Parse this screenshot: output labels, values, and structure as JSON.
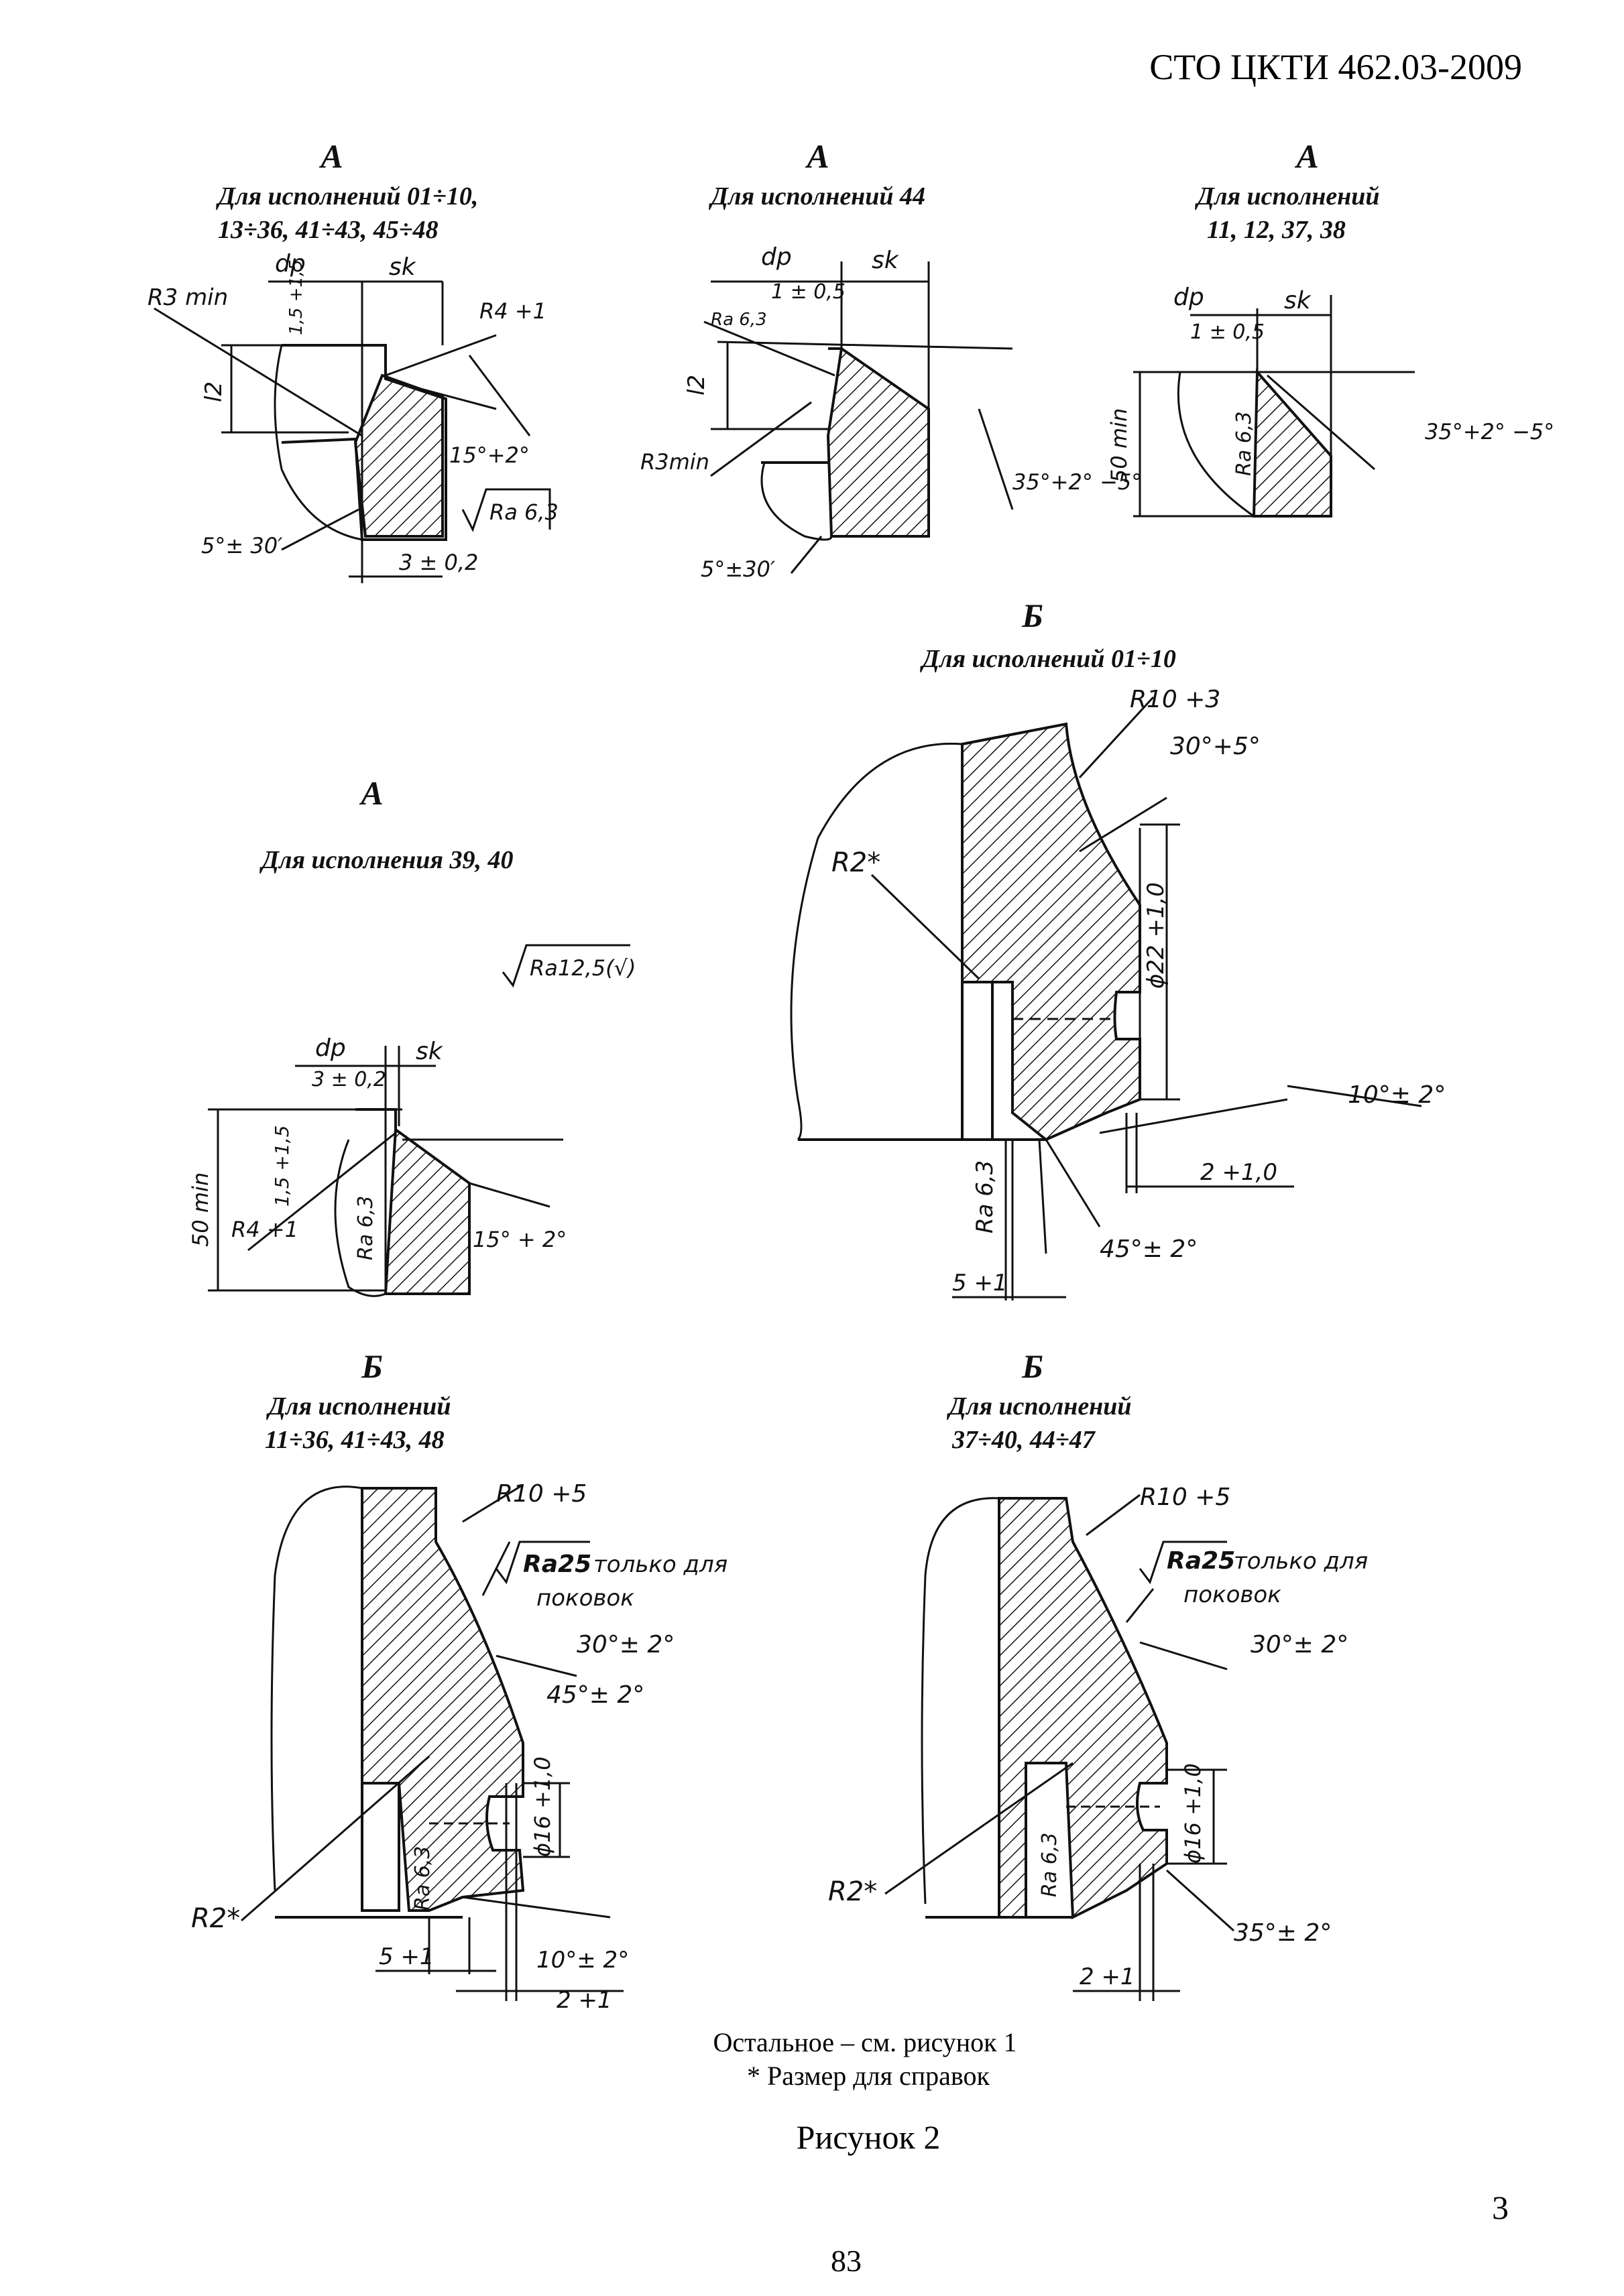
{
  "header": {
    "doc_code": "СТО ЦКТИ 462.03-2009"
  },
  "views": {
    "a1": {
      "letter": "А",
      "caption_1": "Для исполнений 01÷10,",
      "caption_2": "13÷36, 41÷43, 45÷48",
      "dims": {
        "dp": "dp",
        "sk": "sk",
        "r3": "R3 min",
        "tol15": "1,5 +1,5",
        "r4": "R4 +1",
        "l2": "l2",
        "ang15": "15°+2°",
        "ra": "Ra 6,3",
        "ang5": "5°± 30′",
        "d3": "3 ± 0,2"
      }
    },
    "a2": {
      "letter": "А",
      "caption_1": "Для исполнений 44",
      "dims": {
        "dp": "dp",
        "sk": "sk",
        "d1": "1 ± 0,5",
        "ra": "Ra 6,3",
        "l2": "l2",
        "r3": "R3min",
        "ang35": "35°+2° −5°",
        "ang5": "5°±30′"
      }
    },
    "a3": {
      "letter": "А",
      "caption_1": "Для исполнений",
      "caption_2": "11, 12, 37, 38",
      "dims": {
        "dp": "dp",
        "sk": "sk",
        "d1": "1 ± 0,5",
        "min50": "50 min",
        "ra": "Ra 6,3",
        "ang35": "35°+2° −5°"
      }
    },
    "a4": {
      "letter": "А",
      "caption_1": "Для исполнения 39, 40",
      "ra_general": "Ra12,5(√)",
      "dims": {
        "dp": "dp",
        "sk": "sk",
        "d3": "3 ± 0,2",
        "min50": "50 min",
        "tol15": "1,5 +1,5",
        "r4": "R4 +1",
        "ra": "Ra 6,3",
        "ang15": "15° + 2°"
      }
    },
    "b1": {
      "letter": "Б",
      "caption_1": "Для исполнений 01÷10",
      "dims": {
        "r10": "R10 +3",
        "ang30": "30°+5°",
        "r2": "R2*",
        "phi22": "ϕ22 +1,0",
        "ang10": "10°± 2°",
        "d2": "2 +1,0",
        "ra": "Ra 6,3",
        "ang45": "45°± 2°",
        "d5": "5 +1"
      }
    },
    "b2": {
      "letter": "Б",
      "caption_1": "Для исполнений",
      "caption_2": "11÷36, 41÷43, 48",
      "dims": {
        "r10": "R10 +5",
        "ra25": "Ra25",
        "only": "только для",
        "forg": "поковок",
        "ang30": "30°± 2°",
        "ang45": "45°± 2°",
        "phi16": "ϕ16 +1,0",
        "ra": "Ra 6,3",
        "r2": "R2*",
        "d5": "5 +1",
        "ang10": "10°± 2°",
        "d2": "2 +1"
      }
    },
    "b3": {
      "letter": "Б",
      "caption_1": "Для исполнений",
      "caption_2": "37÷40, 44÷47",
      "dims": {
        "r10": "R10 +5",
        "ra25": "Ra25",
        "only": "только для",
        "forg": "поковок",
        "ang30": "30°± 2°",
        "phi16": "ϕ16 +1,0",
        "ra": "Ra 6,3",
        "r2": "R2*",
        "ang35": "35°± 2°",
        "d2": "2 +1"
      }
    }
  },
  "footer": {
    "note_1": "Остальное  – см. рисунок 1",
    "note_2": "* Размер для справок",
    "figure_caption": "Рисунок 2",
    "page_local": "3",
    "page_global": "83"
  }
}
